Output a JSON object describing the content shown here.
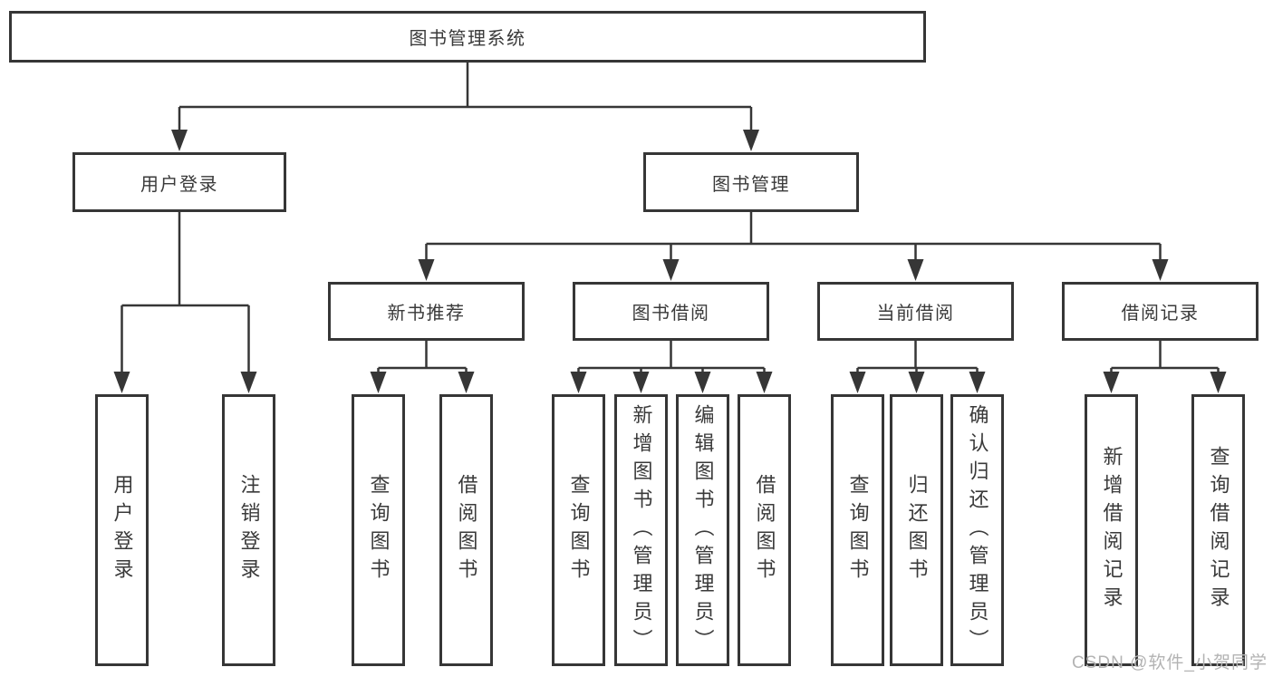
{
  "diagram": {
    "root": "图书管理系统",
    "branches": [
      {
        "label": "用户登录",
        "children": [
          "用户登录",
          "注销登录"
        ]
      },
      {
        "label": "图书管理",
        "children": [
          {
            "label": "新书推荐",
            "children": [
              "查询图书",
              "借阅图书"
            ]
          },
          {
            "label": "图书借阅",
            "children": [
              "查询图书",
              "新增图书（管理员）",
              "编辑图书（管理员）",
              "借阅图书"
            ]
          },
          {
            "label": "当前借阅",
            "children": [
              "查询图书",
              "归还图书",
              "确认归还（管理员）"
            ]
          },
          {
            "label": "借阅记录",
            "children": [
              "新增借阅记录",
              "查询借阅记录"
            ]
          }
        ]
      }
    ]
  },
  "colors": {
    "line": "#363636",
    "text": "#3a3a3a",
    "background": "#ffffff",
    "watermark": "#b3b3b3"
  },
  "watermark": "CSDN @软件_小贺同学"
}
